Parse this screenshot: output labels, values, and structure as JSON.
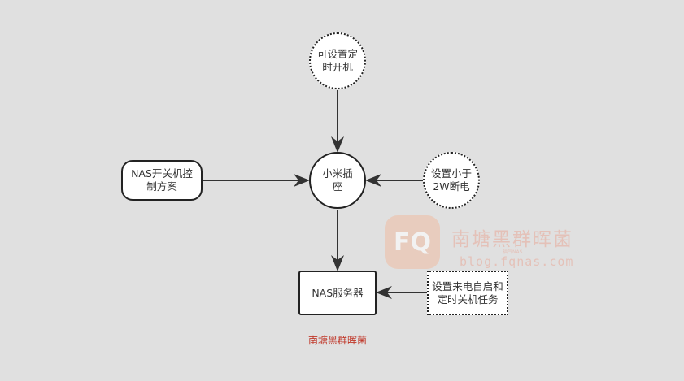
{
  "nodes": {
    "top": "可设置定时开机",
    "center": "小米插座",
    "right": "设置小于2W断电",
    "left": "NAS开关机控制方案",
    "nas": "NAS服务器",
    "task": "设置来电自启和定时关机任务"
  },
  "caption": "南塘黑群晖菌",
  "watermark": {
    "logo": "FQ",
    "name": "南塘黑群晖菌",
    "sub": "福气NAS",
    "url": "blog.fqnas.com"
  }
}
